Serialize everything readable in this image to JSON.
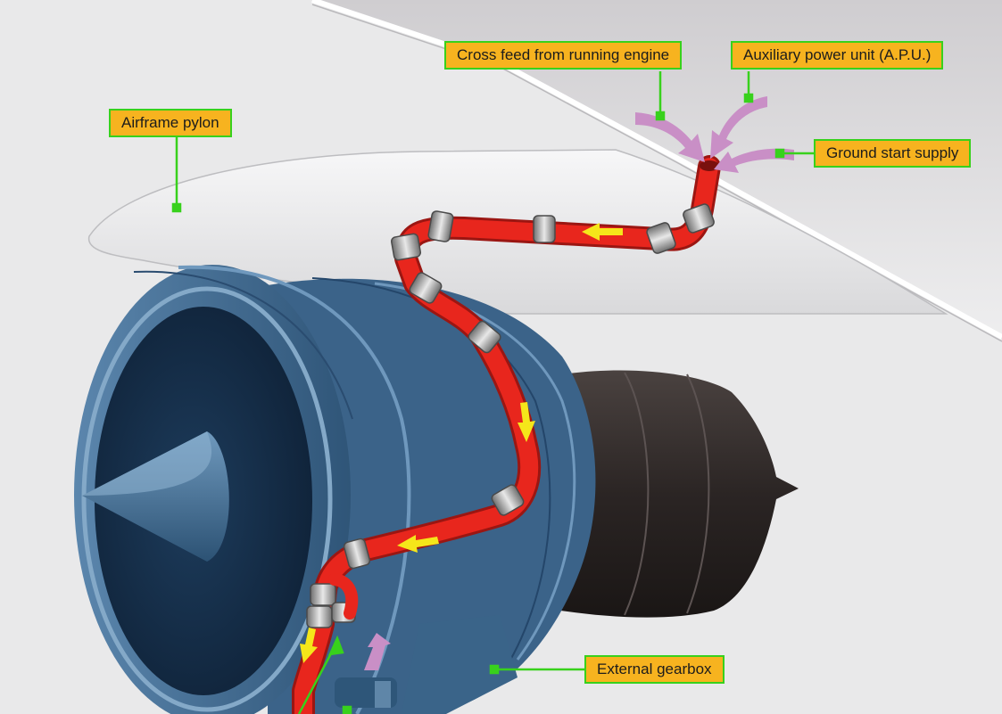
{
  "diagram": {
    "labels": {
      "airframe_pylon": "Airframe pylon",
      "cross_feed": "Cross feed from running engine",
      "apu": "Auxiliary power unit (A.P.U.)",
      "ground_start": "Ground start supply",
      "external_gearbox": "External gearbox"
    }
  },
  "colors": {
    "label_fill": "#f7b31f",
    "label_border": "#38d11c",
    "leader_line": "#38d11c",
    "duct": "#e8261d",
    "flow_arrow": "#f5e61a",
    "supply_arrow": "#c98fc6",
    "engine_blue": "#3f6a92",
    "exhaust": "#3a3433"
  }
}
